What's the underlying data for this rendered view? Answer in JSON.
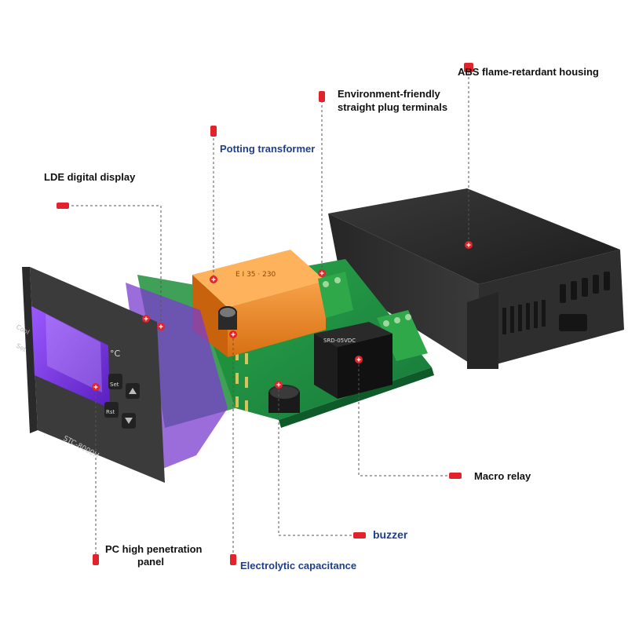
{
  "labels": {
    "abs_housing": "ABS flame-retardant housing",
    "terminals_line1": "Environment-friendly",
    "terminals_line2": "straight plug terminals",
    "potting_transformer": "Potting transformer",
    "lde_display": "LDE digital display",
    "macro_relay": "Macro relay",
    "buzzer": "buzzer",
    "pc_panel_line1": "PC high penetration",
    "pc_panel_line2": "panel",
    "capacitance": "Electrolytic capacitance"
  },
  "device": {
    "model": "STC-8000H",
    "unit": "°C",
    "indicator_cool": "Cool",
    "indicator_set": "Set",
    "button_set": "Set",
    "button_rst": "Rst"
  },
  "colors": {
    "marker": "#e3232b",
    "leader": "#555555",
    "label_text": "#222222",
    "label_blue": "#1f3f8a",
    "housing": "#2b2b2b",
    "pcb": "#1f8f3a",
    "transformer": "#f08a24",
    "terminal": "#2fa84a",
    "display_glow": "#8a3cf0"
  }
}
